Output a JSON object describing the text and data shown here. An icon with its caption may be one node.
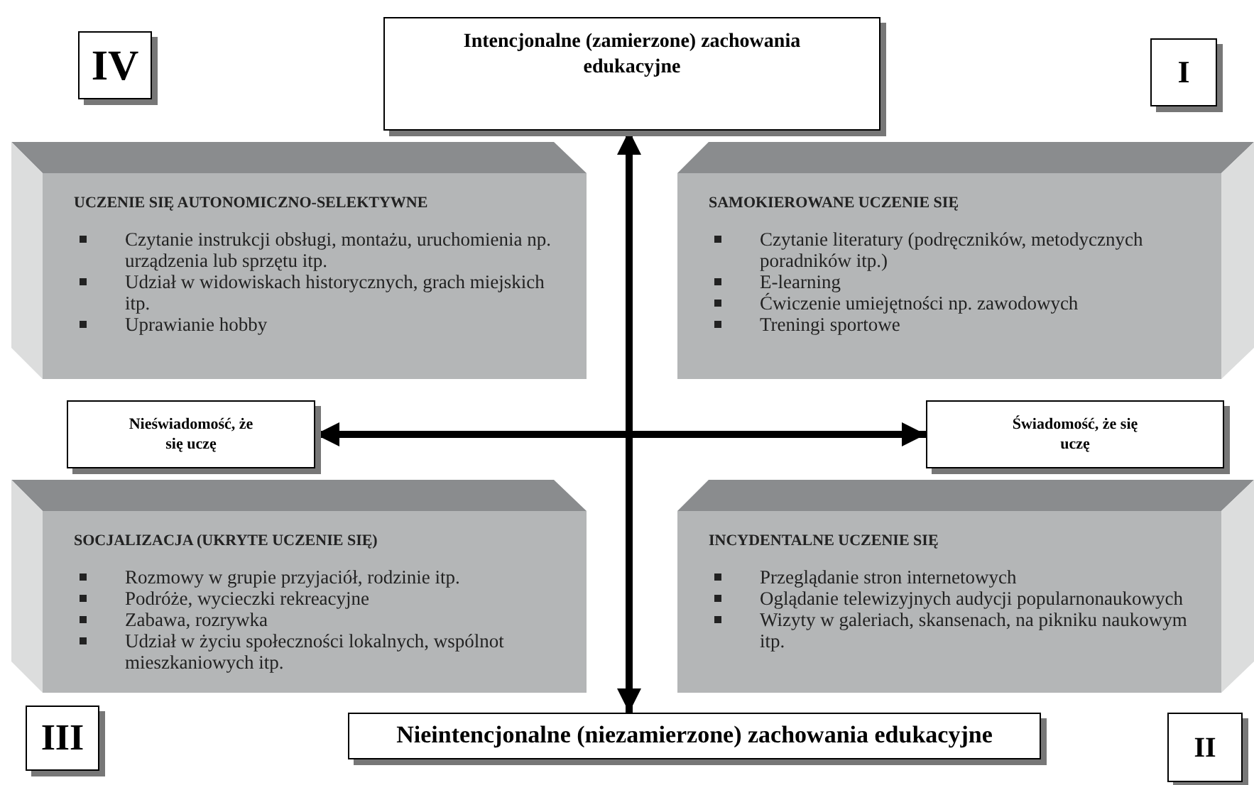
{
  "diagram": {
    "nodes": [
      {
        "text": [
          "IV"
        ]
      },
      {
        "text": [
          "Intencjonalne (zamierzone) zachowania edukacyjne"
        ]
      },
      {
        "text": [
          "I"
        ]
      },
      {
        "text": [
          "UCZENIE SIĘ AUTONOMICZNO-SELEKTYWNE",
          "Czytanie instrukcji obsługi, montażu, uruchomienia np. urządzenia lub sprzętu itp.",
          "Udział w widowiskach historycznych, grach miejskich itp.",
          "Uprawianie hobby"
        ]
      },
      {
        "text": [
          "SAMOKIEROWANE UCZENIE SIĘ",
          "Czytanie literatury (podręczników, metodycznych poradników itp.)",
          "E-learning",
          "Ćwiczenie umiejętności np. zawodowych",
          "Treningi sportowe"
        ]
      },
      {
        "text": [
          "Nieświadomość, że się uczę"
        ]
      },
      {
        "text": [
          "Świadomość, że się uczę"
        ]
      },
      {
        "text": [
          "SOCJALIZACJA (UKRYTE UCZENIE SIĘ)",
          "Rozmowy w grupie przyjaciół, rodzinie itp.",
          "Podróże, wycieczki rekreacyjne",
          "Zabawa, rozrywka",
          "Udział w życiu społeczności lokalnych, wspólnot mieszkaniowych itp."
        ]
      },
      {
        "text": [
          "INCYDENTALNE UCZENIE SIĘ",
          "Przeglądanie stron internetowych",
          "Oglądanie telewizyjnych audycji popularnonaukowych",
          "Wizyty w galeriach, skansenach, na pikniku naukowym itp."
        ]
      },
      {
        "text": [
          "III"
        ]
      },
      {
        "text": [
          "Nieintencjonalne (niezamierzone) zachowania edukacyjne"
        ]
      },
      {
        "text": [
          "II"
        ]
      }
    ],
    "edges": [
      {
        "from": 10,
        "to": 1,
        "arrow": "both"
      },
      {
        "from": 5,
        "to": 6,
        "arrow": "both"
      }
    ]
  }
}
